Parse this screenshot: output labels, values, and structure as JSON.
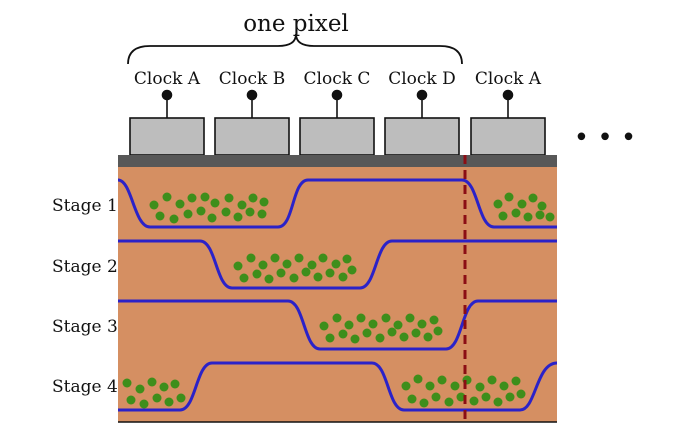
{
  "header": {
    "pixel_label": "one pixel"
  },
  "clocks": [
    {
      "label": "Clock A"
    },
    {
      "label": "Clock B"
    },
    {
      "label": "Clock C"
    },
    {
      "label": "Clock D"
    },
    {
      "label": "Clock A"
    }
  ],
  "continuation": "• • •",
  "stages": [
    {
      "label": "Stage 1"
    },
    {
      "label": "Stage 2"
    },
    {
      "label": "Stage 3"
    },
    {
      "label": "Stage 4"
    }
  ],
  "colors": {
    "substrate": "#d58f62",
    "potential_well": "#2b22c8",
    "charge": "#3e8e1b",
    "electrode": "#bdbdbd",
    "oxide": "#585858",
    "pixel_boundary": "#8b0e14"
  }
}
